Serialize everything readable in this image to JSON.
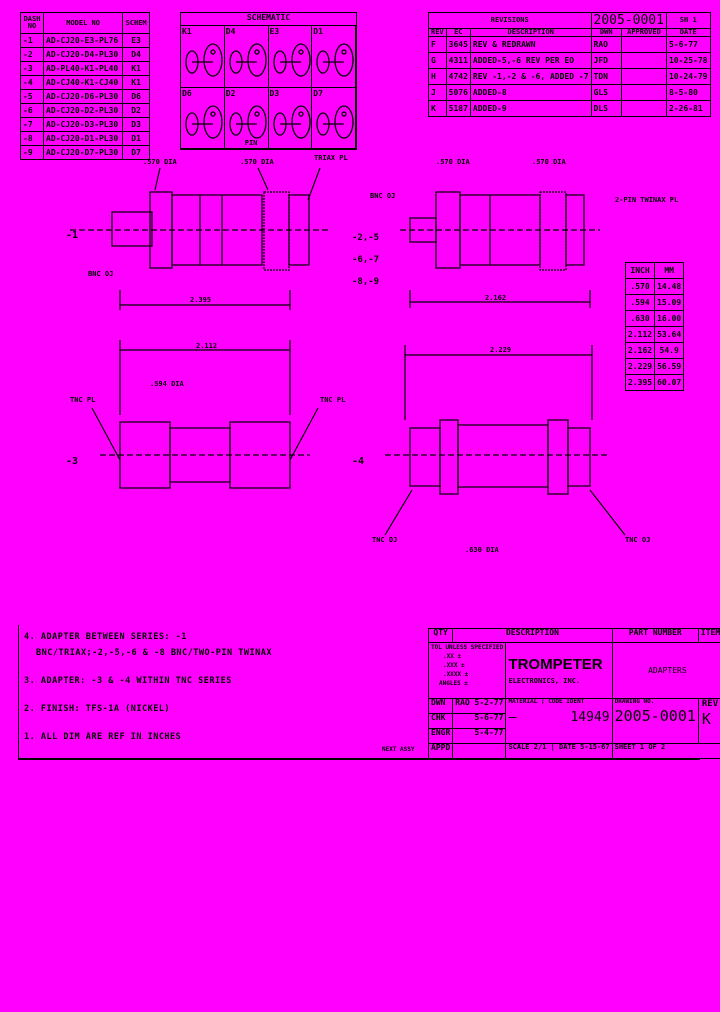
{
  "dash_table": {
    "headers": [
      "DASH NO",
      "MODEL NO",
      "SCHEM"
    ],
    "rows": [
      [
        "-1",
        "AD-CJ20-E3-PL76",
        "E3"
      ],
      [
        "-2",
        "AD-CJ20-D4-PL30",
        "D4"
      ],
      [
        "-3",
        "AD-PL40-K1-PL40",
        "K1"
      ],
      [
        "-4",
        "AD-CJ40-K1-CJ40",
        "K1"
      ],
      [
        "-5",
        "AD-CJ20-D6-PL30",
        "D6"
      ],
      [
        "-6",
        "AD-CJ20-D2-PL30",
        "D2"
      ],
      [
        "-7",
        "AD-CJ20-D3-PL30",
        "D3"
      ],
      [
        "-8",
        "AD-CJ20-D1-PL30",
        "D1"
      ],
      [
        "-9",
        "AD-CJ20-D7-PL30",
        "D7"
      ]
    ]
  },
  "schematic": {
    "title": "SCHEMATIC",
    "cells": [
      "K1",
      "D4",
      "E3",
      "D1",
      "D6",
      "D2",
      "D3",
      "D7"
    ],
    "pin_label": "PIN"
  },
  "revisions": {
    "title": "REVISIONS",
    "drawing_no": "2005-0001",
    "sheet": "SH 1",
    "headers": [
      "REV",
      "EC",
      "DESCRIPTION",
      "DWN",
      "APPROVED",
      "DATE"
    ],
    "rows": [
      [
        "F",
        "3645",
        "REV & REDRAWN",
        "RAO",
        "",
        "5-6-77"
      ],
      [
        "G",
        "4311",
        "ADDED-5,-6 REV PER EO",
        "JFD",
        "",
        "10-25-78"
      ],
      [
        "H",
        "4742",
        "REV -1,-2 & -6, ADDED -7",
        "TDN",
        "",
        "10-24-79"
      ],
      [
        "J",
        "5076",
        "ADDED-8",
        "GLS",
        "",
        "8-5-80"
      ],
      [
        "K",
        "5187",
        "ADDED-9",
        "DLS",
        "",
        "2-26-81"
      ]
    ]
  },
  "inch_table": {
    "headers": [
      "INCH",
      "MM"
    ],
    "rows": [
      [
        ".570",
        "14.48"
      ],
      [
        ".594",
        "15.09"
      ],
      [
        ".630",
        "16.00"
      ],
      [
        "2.112",
        "53.64"
      ],
      [
        "2.162",
        "54.9"
      ],
      [
        "2.229",
        "56.59"
      ],
      [
        "2.395",
        "60.07"
      ]
    ]
  },
  "drawing": {
    "labels": {
      "dia_570_a": ".570 DIA",
      "dia_570_b": ".570 DIA",
      "triax_pl": "TRIAX PL",
      "dash_1": "-1",
      "bnc_oj_a": "BNC OJ",
      "dim_2395": "2.395",
      "dia_570_c": ".570 DIA",
      "dia_570_d": ".570 DIA",
      "bnc_oj_b": "BNC OJ",
      "twinax_pl": "2-PIN TWINAX PL",
      "dash_25": "-2,-5",
      "dash_67": "-6,-7",
      "dash_89": "-8,-9",
      "dim_2162": "2.162",
      "dim_2112": "2.112",
      "dia_594": ".594 DIA",
      "tnc_pl_a": "TNC PL",
      "tnc_pl_b": "TNC PL",
      "dash_3": "-3",
      "dim_2229": "2.229",
      "dash_4": "-4",
      "tnc_oj_a": "TNC OJ",
      "dia_630": ".630 DIA",
      "tnc_oj_b": "TNC OJ"
    }
  },
  "notes": [
    "4. ADAPTER BETWEEN SERIES: -1",
    "BNC/TRIAX;-2,-5,-6 & -8 BNC/TWO-PIN TWINAX",
    "3. ADAPTER: -3 & -4 WITHIN TNC SERIES",
    "2. FINISH: TFS-1A (NICKEL)",
    "1. ALL DIM ARE REF IN INCHES"
  ],
  "title_block": {
    "qty": "QTY",
    "description": "DESCRIPTION",
    "part_number": "PART NUMBER",
    "item": "ITEM",
    "tolerances": [
      "TOL UNLESS SPECIFIED",
      ".XX ±",
      ".XXX ±",
      ".XXXX ±",
      "ANGLES ±"
    ],
    "company": "TROMPETER",
    "company_sub": "ELECTRONICS, INC.",
    "title": "ADAPTERS",
    "dwn_label": "DWN",
    "dwn_value": "RAO 5-2-77",
    "chk_label": "CHK",
    "chk_date": "5-6-77",
    "engr_label": "ENGR",
    "engr_date": "5-4-77",
    "appd_label": "APPD",
    "material_label": "MATERIAL",
    "material_value": "—",
    "code_ident_label": "CODE IDENT",
    "code_ident_value": "14949",
    "drawing_no_label": "DRAWING NO.",
    "drawing_no": "2005-0001",
    "rev_label": "REV",
    "rev": "K",
    "scale": "SCALE 2/1",
    "date": "DATE 5-15-67",
    "sheet": "SHEET 1 OF 2",
    "next_assy": "NEXT ASSY"
  }
}
